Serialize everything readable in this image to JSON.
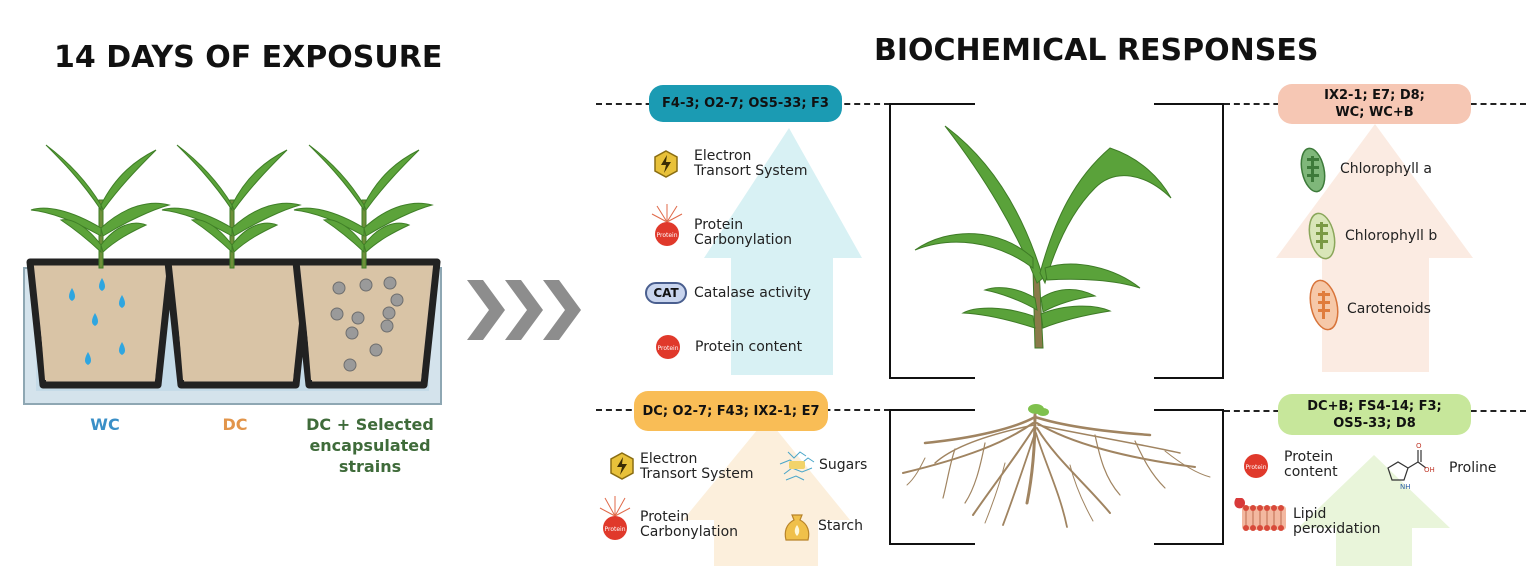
{
  "left_title": "14 DAYS OF EXPOSURE",
  "right_title": "BIOCHEMICAL RESPONSES",
  "treatments": [
    {
      "label": "WC",
      "color": "#3a8fc7"
    },
    {
      "label": "DC",
      "color": "#e2954b"
    },
    {
      "label": "DC + Selected encapsulated strains",
      "color": "#3f6b3a"
    }
  ],
  "panels": {
    "top_left": {
      "strains": "F4-3; O2-7; OS5-33; F3",
      "pill_color": "#1b9bb3",
      "arrow": "up",
      "arrow_color": "#cdeef2",
      "items": [
        {
          "label": "Electron Transort System",
          "icon": "lightning-icon"
        },
        {
          "label": "Protein Carbonylation",
          "icon": "protein-carbonylation-icon"
        },
        {
          "label": "Catalase activity",
          "icon": "cat-enzyme-icon",
          "icon_text": "CAT"
        },
        {
          "label": "Protein content",
          "icon": "protein-icon"
        }
      ]
    },
    "top_right": {
      "strains": "IX2-1; E7; D8; WC; WC+B",
      "pill_color": "#f6c7b4",
      "arrow": "up",
      "arrow_color": "#fbe6da",
      "items": [
        {
          "label": "Chlorophyll a",
          "icon": "chloroplast-icon"
        },
        {
          "label": "Chlorophyll b",
          "icon": "chloroplast-icon"
        },
        {
          "label": "Carotenoids",
          "icon": "chromoplast-icon"
        }
      ]
    },
    "bottom_left": {
      "strains": "DC; O2-7; F43; IX2-1; E7",
      "pill_color": "#f9bd56",
      "arrow": "up",
      "arrow_color": "#fbe8cf",
      "items": [
        {
          "label": "Electron Transort System",
          "icon": "lightning-icon"
        },
        {
          "label": "Sugars",
          "icon": "sugars-icon"
        },
        {
          "label": "Protein Carbonylation",
          "icon": "protein-carbonylation-icon"
        },
        {
          "label": "Starch",
          "icon": "starch-bag-icon"
        }
      ]
    },
    "bottom_right": {
      "strains": "DC+B; FS4-14; F3; OS5-33; D8",
      "pill_color": "#c7e79b",
      "arrow": "up",
      "arrow_color": "#e6f3d3",
      "items": [
        {
          "label": "Protein content",
          "icon": "protein-icon"
        },
        {
          "label": "Proline",
          "icon": "proline-structure-icon"
        },
        {
          "label": "Lipid peroxidation",
          "icon": "lipid-membrane-icon"
        }
      ]
    }
  },
  "proline_atoms": {
    "o": "O",
    "oh": "OH",
    "nh": "NH"
  }
}
